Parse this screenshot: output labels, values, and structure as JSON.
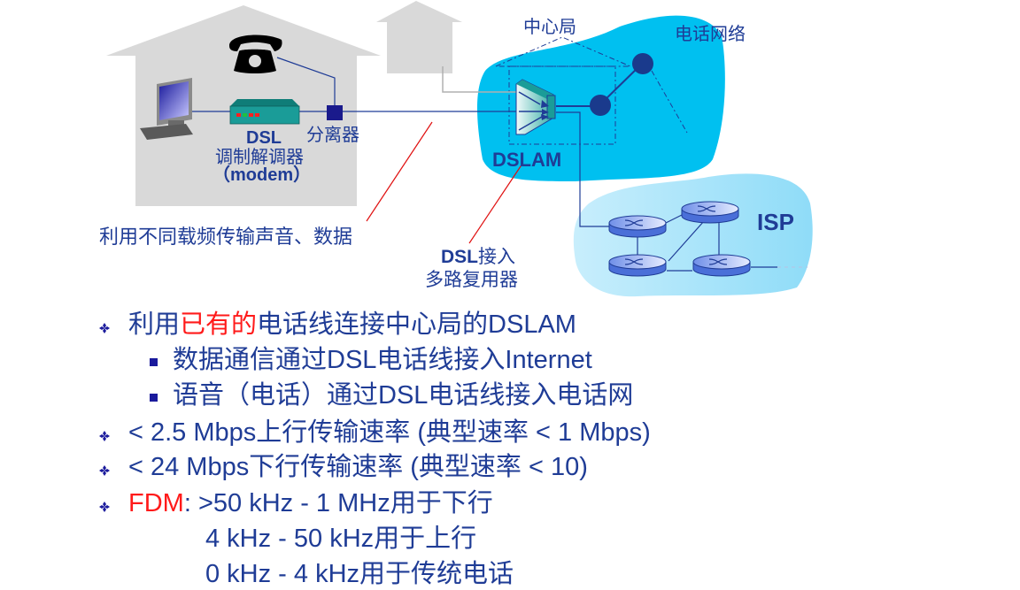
{
  "diagram": {
    "labels": {
      "central_office": "中心局",
      "telephone_network": "电话网络",
      "splitter": "分离器",
      "modem_line1": "DSL",
      "modem_line2": "调制解调器",
      "modem_line3": "（modem）",
      "dslam": "DSLAM",
      "isp": "ISP",
      "carrier_note": "利用不同载频传输声音、数据",
      "dslam_note_line1_bold": "DSL",
      "dslam_note_line1_rest": "接入",
      "dslam_note_line2": "多路复用器"
    },
    "colors": {
      "house": "#d9d9d9",
      "phone_cloud": "#00c0f0",
      "isp_cloud": "#a8e2f8",
      "line_blue": "#1f3c96",
      "pointer_red": "#e01010",
      "node": "#1a3a8c",
      "modem_teal": "#1a9c98"
    }
  },
  "bullets": [
    {
      "level": 1,
      "parts": [
        {
          "text": "利用",
          "red": false
        },
        {
          "text": "已有的",
          "red": true
        },
        {
          "text": "电话线连接中心局的DSLAM",
          "red": false
        }
      ]
    },
    {
      "level": 2,
      "parts": [
        {
          "text": "数据通信通过DSL电话线接入Internet",
          "red": false
        }
      ]
    },
    {
      "level": 2,
      "parts": [
        {
          "text": "语音（电话）通过DSL电话线接入电话网",
          "red": false
        }
      ]
    },
    {
      "level": 1,
      "parts": [
        {
          "text": "< 2.5 Mbps上行传输速率 (典型速率 < 1 Mbps)",
          "red": false
        }
      ]
    },
    {
      "level": 1,
      "parts": [
        {
          "text": "< 24 Mbps下行传输速率 (典型速率 < 10)",
          "red": false
        }
      ]
    },
    {
      "level": 1,
      "parts": [
        {
          "text": "FDM",
          "red": true
        },
        {
          "text": ": >50 kHz - 1 MHz用于下行",
          "red": false
        }
      ]
    },
    {
      "level": 3,
      "parts": [
        {
          "text": "4 kHz - 50 kHz用于上行",
          "red": false
        }
      ]
    },
    {
      "level": 3,
      "parts": [
        {
          "text": "0 kHz - 4 kHz用于传统电话",
          "red": false
        }
      ]
    }
  ]
}
